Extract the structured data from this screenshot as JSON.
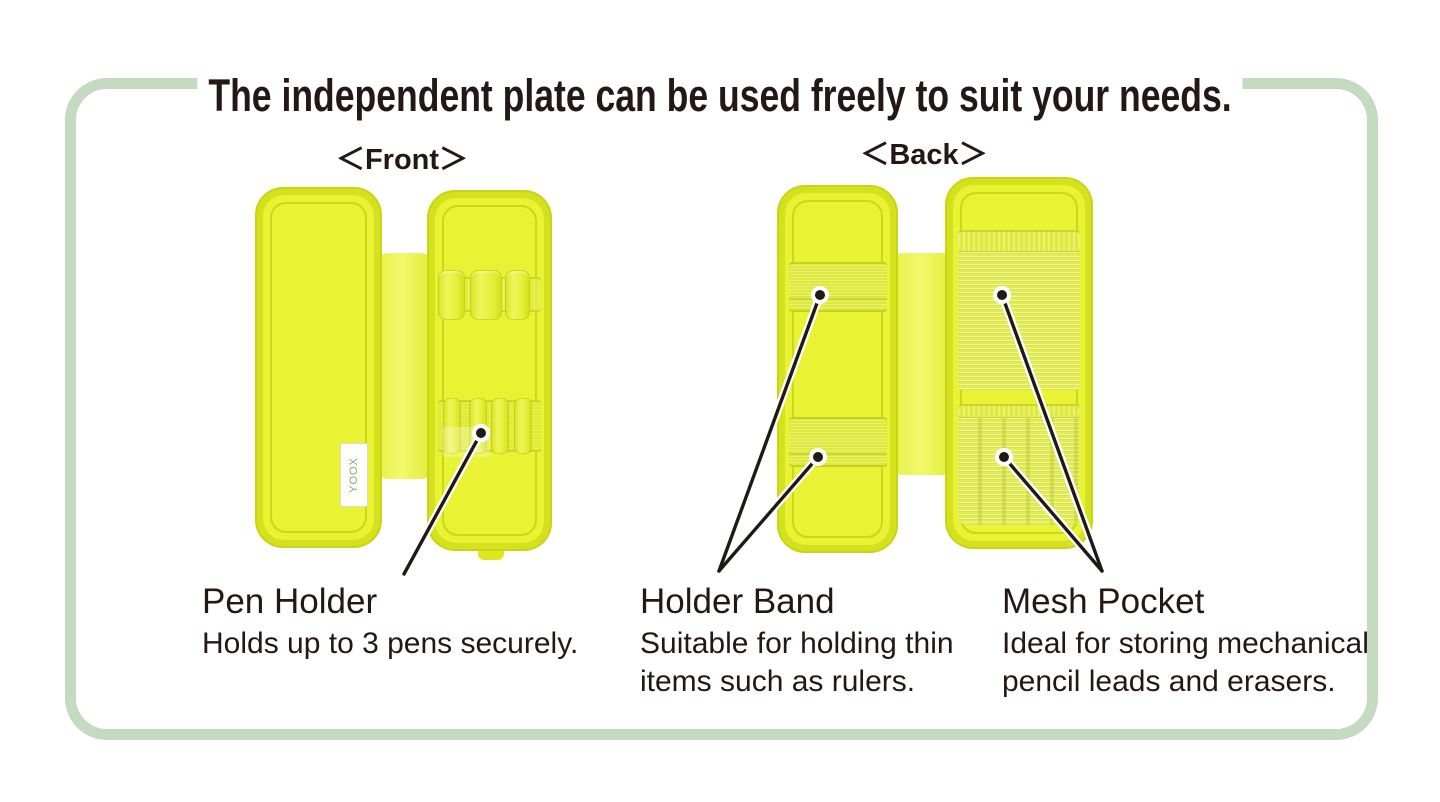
{
  "title": "The independent plate can be used freely to suit your needs.",
  "views": {
    "front": {
      "label": "＜Front＞",
      "tag_text": "YOOX"
    },
    "back": {
      "label": "＜Back＞"
    }
  },
  "annotations": {
    "pen_holder": {
      "heading": "Pen Holder",
      "line1": "Holds up to 3 pens securely."
    },
    "holder_band": {
      "heading": "Holder Band",
      "line1": "Suitable for holding thin",
      "line2": "items such as rulers."
    },
    "mesh_pocket": {
      "heading": "Mesh Pocket",
      "line1": "Ideal for storing mechanical",
      "line2": "pencil leads and erasers."
    }
  },
  "colors": {
    "frame_green": "#c5dbc1",
    "ink": "#231815",
    "plate_fill": "#e9f233",
    "plate_edge": "#d5e11d",
    "spine_yellow": "#eff65e",
    "mesh": "#e3ec57",
    "band": "#dfe93b",
    "callout_line": "#1e1b16",
    "tag_white": "#fdfdfa"
  }
}
